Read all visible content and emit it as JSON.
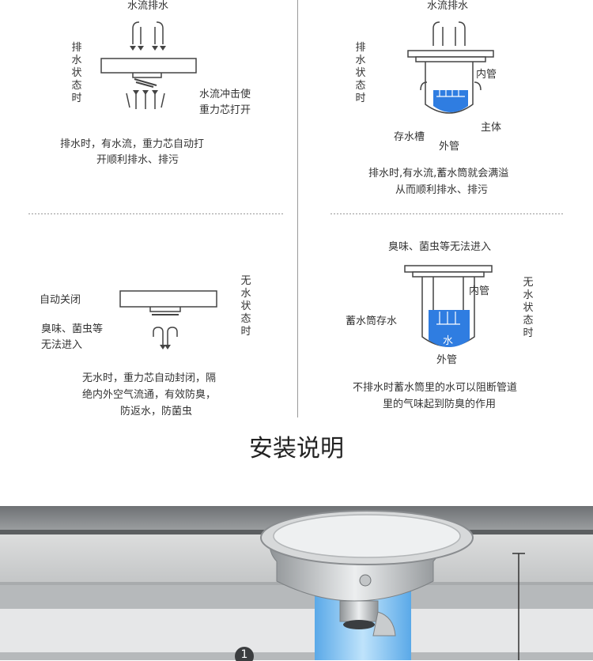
{
  "q1": {
    "title": "水流排水",
    "side_label": "排水状态时",
    "impact_note": [
      "水流冲击使",
      "重力芯打开"
    ],
    "caption": [
      "排水时，有水流，重力芯自动打",
      "开顺利排水、排污"
    ]
  },
  "q2": {
    "title": "水流排水",
    "side_label": "排水状态时",
    "labels": {
      "inner": "内管",
      "water": "水",
      "body": "主体",
      "trap": "存水槽",
      "outer": "外管"
    },
    "caption": [
      "排水时,有水流,蓄水筒就会满溢",
      "从而顺利排水、排污"
    ]
  },
  "q3": {
    "side_label": "无水状态时",
    "auto_close": "自动关闭",
    "odor_note": [
      "臭味、菌虫等",
      "无法进入"
    ],
    "caption": [
      "无水时，重力芯自动封闭，隔",
      "绝内外空气流通，有效防臭，",
      "防返水，防菌虫"
    ]
  },
  "q4": {
    "title": "臭味、菌虫等无法进入",
    "side_label": "无水状态时",
    "labels": {
      "inner": "内管",
      "storage": "蓄水筒存水",
      "water": "水",
      "outer": "外管"
    },
    "caption": [
      "不排水时蓄水筒里的水可以阻断管道",
      "里的气味起到防臭的作用"
    ]
  },
  "install": {
    "heading": "安装说明",
    "step_number": "1"
  },
  "colors": {
    "water_blue": "#2f7de1",
    "steel": "#c9ccce",
    "floor": "#8a8d90"
  }
}
